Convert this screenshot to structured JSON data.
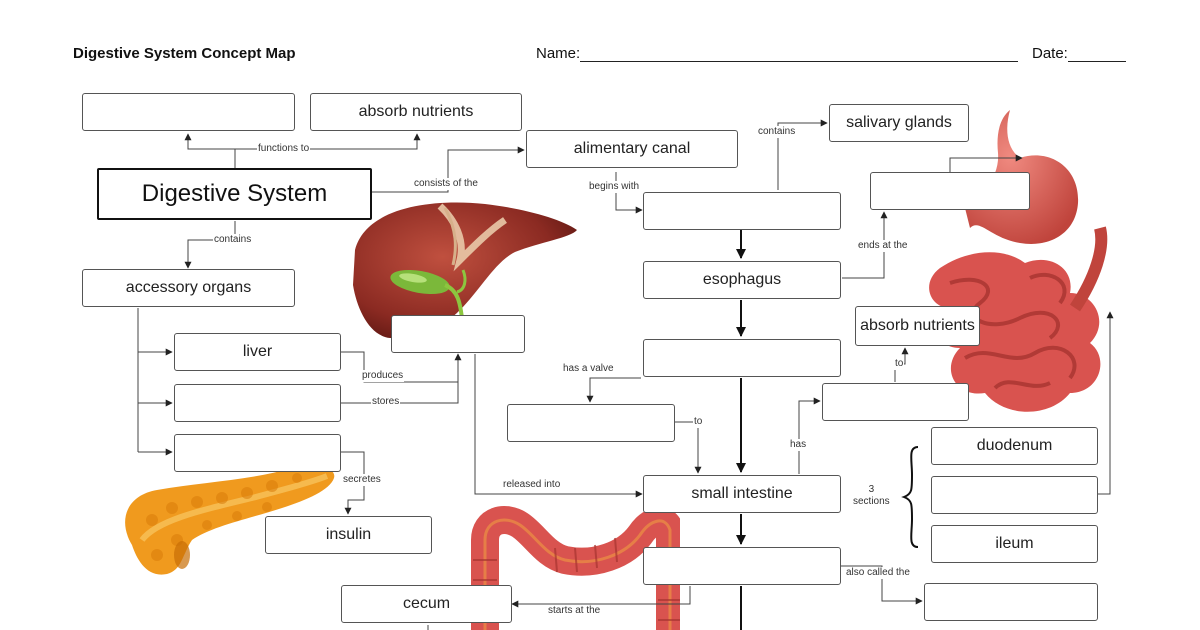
{
  "header": {
    "title": "Digestive System Concept Map",
    "name_label": "Name:",
    "date_label": "Date:"
  },
  "boxes": {
    "top_left_blank": "",
    "absorb_nutrients_top": "absorb nutrients",
    "digestive_system": "Digestive System",
    "alimentary_canal": "alimentary canal",
    "salivary_glands": "salivary glands",
    "stomach_blank": "",
    "mouth_blank": "",
    "esophagus": "esophagus",
    "accessory_organs": "accessory organs",
    "liver": "liver",
    "stores_blank": "",
    "pancreas_blank": "",
    "insulin": "insulin",
    "bile_blank": "",
    "valve_after_esophagus_blank": "",
    "valve_blank": "",
    "absorb_nutrients_right": "absorb nutrients",
    "villi_blank": "",
    "small_intestine": "small intestine",
    "duodenum": "duodenum",
    "jejunum_blank": "",
    "ileum": "ileum",
    "large_intestine_blank": "",
    "colon_blank": "",
    "cecum": "cecum"
  },
  "links": {
    "functions_to": "functions to",
    "contains_left": "contains",
    "consists_of_the": "consists of the",
    "contains_top": "contains",
    "begins_with": "begins with",
    "ends_at_the": "ends at the",
    "produces": "produces",
    "stores": "stores",
    "secretes": "secretes",
    "has_a_valve": "has a valve",
    "to_valve": "to",
    "released_into": "released into",
    "has": "has",
    "to_absorb": "to",
    "three_sections": "3\nsections",
    "also_called_the": "also called the",
    "starts_at_the": "starts at the"
  },
  "illustrations": [
    "liver-illustration",
    "pancreas-illustration",
    "stomach-intestine-illustration",
    "large-intestine-illustration"
  ],
  "colors": {
    "liver": "#8b2a22",
    "gallbladder": "#7bb83a",
    "pancreas": "#f09a1e",
    "intestine": "#d9534f",
    "box_border": "#555555",
    "arrow": "#222222"
  }
}
